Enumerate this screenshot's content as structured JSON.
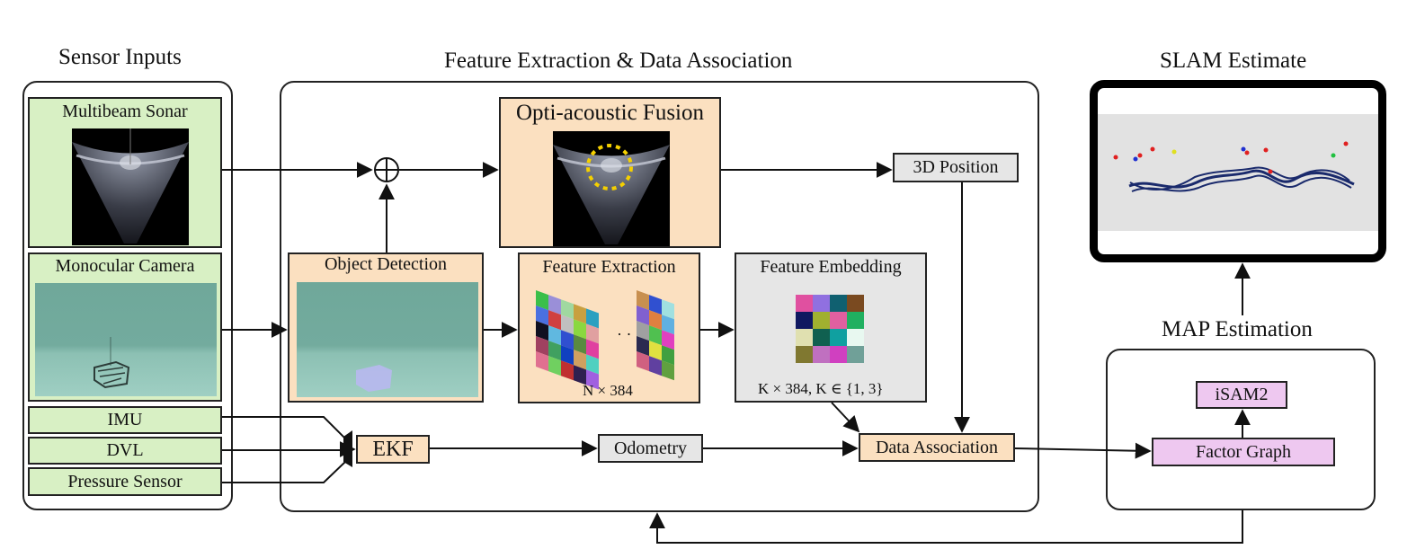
{
  "sections": {
    "sensor_inputs": "Sensor Inputs",
    "feature_extraction": "Feature Extraction & Data Association",
    "slam_estimate": "SLAM Estimate",
    "map_estimation": "MAP Estimation"
  },
  "sensors": {
    "sonar": "Multibeam Sonar",
    "camera": "Monocular Camera",
    "imu": "IMU",
    "dvl": "DVL",
    "pressure": "Pressure Sensor"
  },
  "modules": {
    "fusion": "Opti-acoustic Fusion",
    "position": "3D Position",
    "detection": "Object Detection",
    "extraction": "Feature Extraction",
    "embedding": "Feature Embedding",
    "ekf": "EKF",
    "odometry": "Odometry",
    "association": "Data Association",
    "isam": "iSAM2",
    "factor_graph": "Factor Graph"
  },
  "captions": {
    "extraction_dim": "N × 384",
    "embedding_dim": "K × 384,  K ∈ {1, 3}",
    "ellipsis": "· · ·"
  },
  "colors": {
    "sensor_green": "#d8f0c4",
    "module_orange": "#fbe0c0",
    "module_gray": "#e6e6e6",
    "graph_pink": "#eec8f0",
    "trajectory": "#1a2a6c",
    "fusion_circle": "#f5d000"
  },
  "icons": {
    "sum_junction": "circle-plus",
    "mux": "multiplexer-shape"
  }
}
